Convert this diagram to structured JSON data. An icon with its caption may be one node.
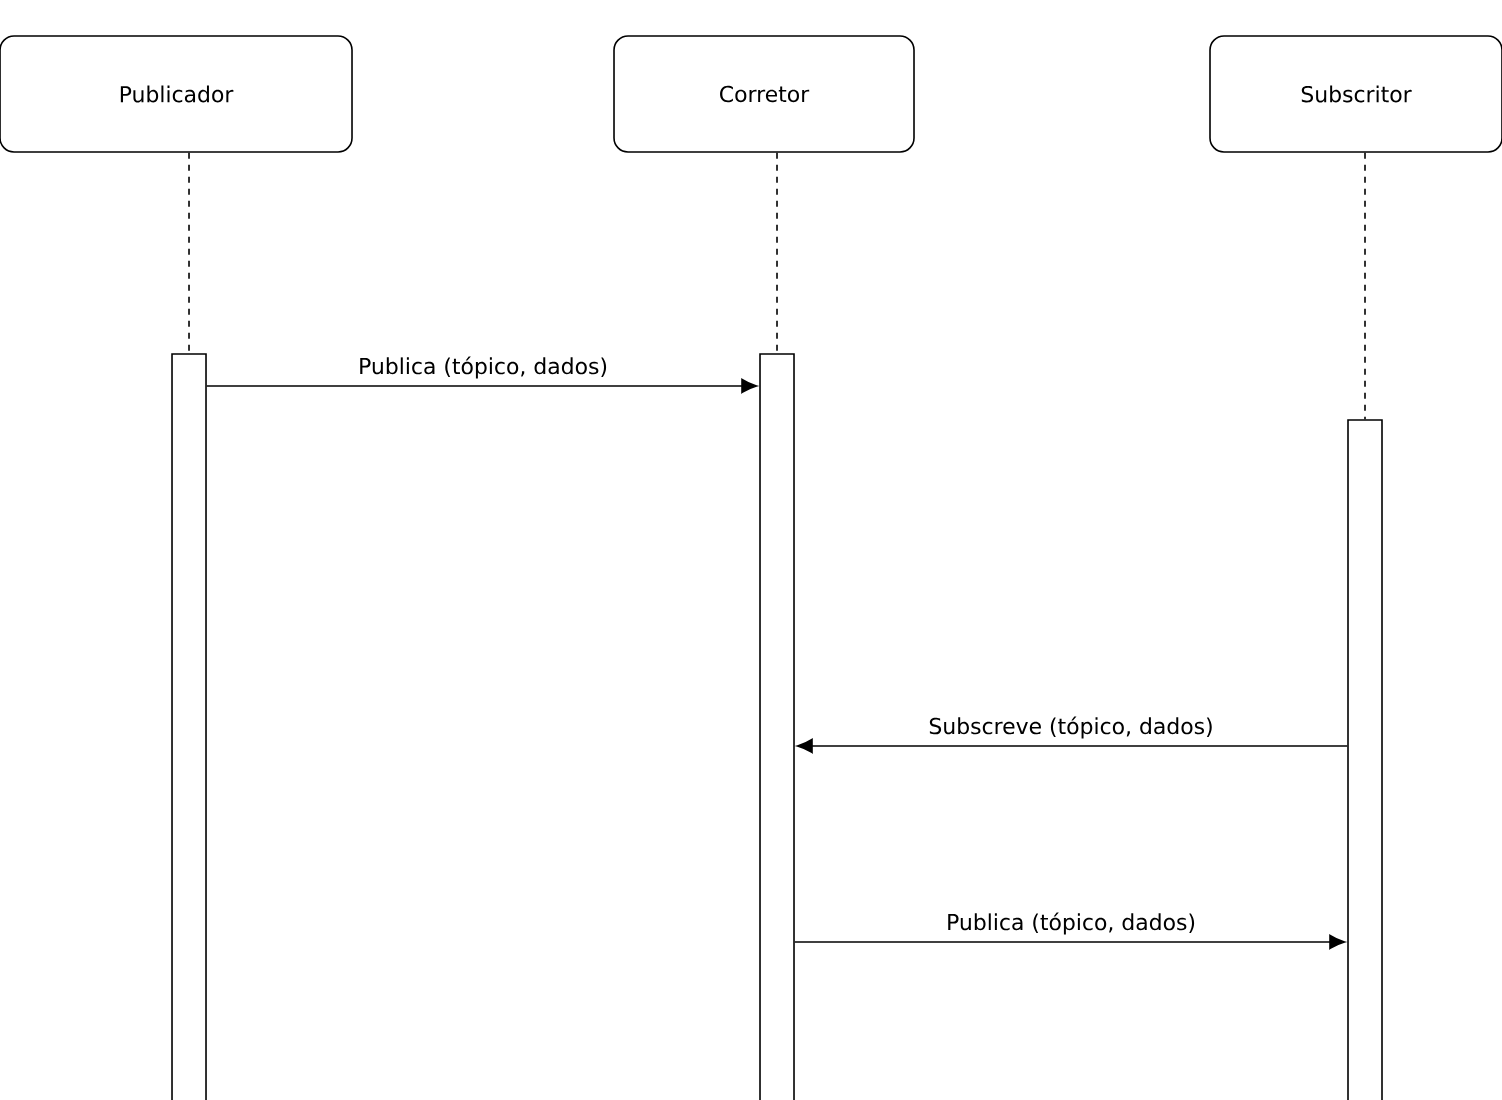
{
  "diagram": {
    "nodes": [
      {
        "text": [
          "Publicador"
        ]
      },
      {
        "text": [
          "Corretor"
        ]
      },
      {
        "text": [
          "Subscritor"
        ]
      },
      {
        "text": [],
        "shape": "bar"
      },
      {
        "text": [],
        "shape": "bar"
      },
      {
        "text": [],
        "shape": "bar"
      }
    ],
    "edges": [
      {
        "from": 0,
        "to": 3,
        "arrow": "none",
        "style": "dashed"
      },
      {
        "from": 1,
        "to": 4,
        "arrow": "none",
        "style": "dashed"
      },
      {
        "from": 2,
        "to": 5,
        "arrow": "none",
        "style": "dashed"
      },
      {
        "from": 3,
        "to": 4,
        "arrow": "to",
        "label": "Publica (tópico, dados)"
      },
      {
        "from": 5,
        "to": 4,
        "arrow": "to",
        "label": "Subscreve (tópico, dados)"
      },
      {
        "from": 4,
        "to": 5,
        "arrow": "to",
        "label": "Publica (tópico, dados)"
      }
    ]
  }
}
